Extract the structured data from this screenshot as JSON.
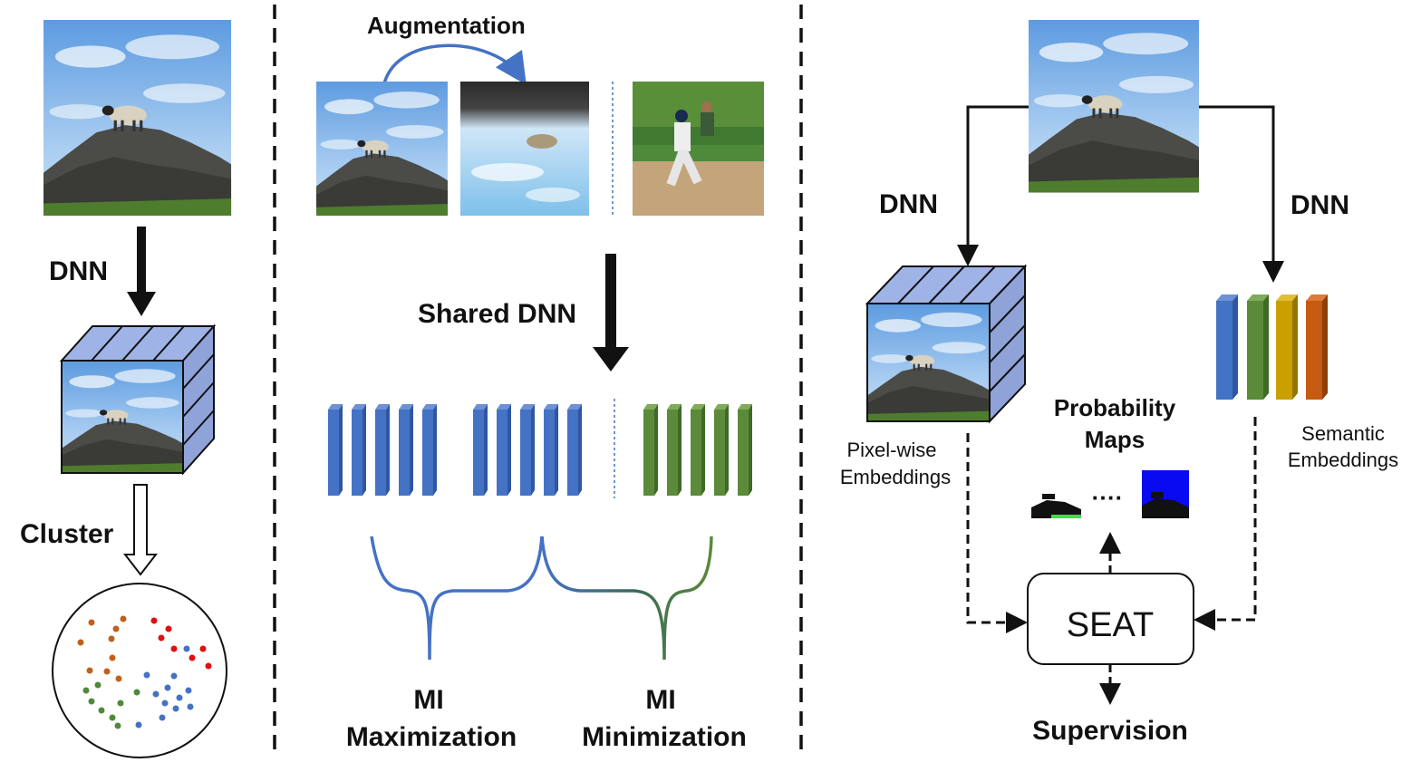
{
  "panels": {
    "left": {
      "dnn_label": "DNN",
      "cluster_label": "Cluster"
    },
    "middle": {
      "augmentation_label": "Augmentation",
      "shared_dnn_label": "Shared DNN",
      "mi_max_line1": "MI",
      "mi_max_line2": "Maximization",
      "mi_min_line1": "MI",
      "mi_min_line2": "Minimization"
    },
    "right": {
      "dnn_left_label": "DNN",
      "dnn_right_label": "DNN",
      "pixel_line1": "Pixel-wise",
      "pixel_line2": "Embeddings",
      "semantic_line1": "Semantic",
      "semantic_line2": "Embeddings",
      "prob_line1": "Probability",
      "prob_line2": "Maps",
      "ellipsis": "····",
      "seat_label": "SEAT",
      "supervision_label": "Supervision"
    }
  },
  "colors": {
    "sky": "#6ea6e0",
    "cube_face": "#9fb3e6",
    "feature_blue": "#4472c4",
    "feature_green": "#5b8a3a",
    "feature_yellow": "#c9a000",
    "feature_orange": "#c55a11",
    "cluster_orange": "#c0601a",
    "cluster_red": "#e01010",
    "cluster_blue": "#4472c4",
    "cluster_green": "#4e8a3a"
  }
}
